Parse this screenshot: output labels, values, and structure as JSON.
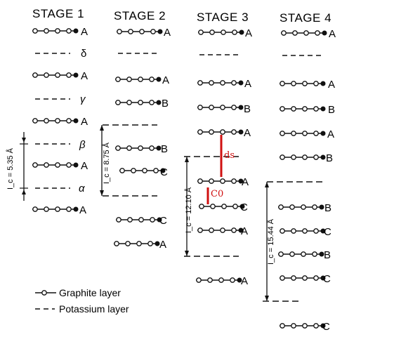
{
  "stages": [
    {
      "title": "STAGE 1",
      "layers": [
        {
          "kind": "graphite",
          "label": "A"
        },
        {
          "kind": "potassium",
          "label": "δ"
        },
        {
          "kind": "graphite",
          "label": "A"
        },
        {
          "kind": "potassium",
          "label": "γ"
        },
        {
          "kind": "graphite",
          "label": "A"
        },
        {
          "kind": "potassium",
          "label": "β"
        },
        {
          "kind": "graphite",
          "label": "A"
        },
        {
          "kind": "potassium",
          "label": "α"
        },
        {
          "kind": "graphite",
          "label": "A"
        }
      ],
      "ic_label": "I_c = 5.35 Å"
    },
    {
      "title": "STAGE 2",
      "layers": [
        {
          "kind": "graphite",
          "label": "A"
        },
        {
          "kind": "potassium",
          "label": ""
        },
        {
          "kind": "graphite",
          "label": "A"
        },
        {
          "kind": "graphite",
          "label": "B"
        },
        {
          "kind": "potassium",
          "label": ""
        },
        {
          "kind": "graphite",
          "label": "B"
        },
        {
          "kind": "graphite",
          "label": "C"
        },
        {
          "kind": "potassium",
          "label": ""
        },
        {
          "kind": "graphite",
          "label": "C"
        },
        {
          "kind": "graphite",
          "label": "A"
        }
      ],
      "ic_label": "I_c = 8.75 Å"
    },
    {
      "title": "STAGE 3",
      "layers": [
        {
          "kind": "graphite",
          "label": "A"
        },
        {
          "kind": "potassium",
          "label": ""
        },
        {
          "kind": "graphite",
          "label": "A"
        },
        {
          "kind": "graphite",
          "label": "B"
        },
        {
          "kind": "graphite",
          "label": "A"
        },
        {
          "kind": "potassium",
          "label": ""
        },
        {
          "kind": "graphite",
          "label": "A"
        },
        {
          "kind": "graphite",
          "label": "C"
        },
        {
          "kind": "graphite",
          "label": "A"
        },
        {
          "kind": "potassium",
          "label": ""
        },
        {
          "kind": "graphite",
          "label": "A"
        }
      ],
      "ic_label": "I_c = 12.10 Å"
    },
    {
      "title": "STAGE 4",
      "layers": [
        {
          "kind": "graphite",
          "label": "A"
        },
        {
          "kind": "potassium",
          "label": ""
        },
        {
          "kind": "graphite",
          "label": "A"
        },
        {
          "kind": "graphite",
          "label": "B"
        },
        {
          "kind": "graphite",
          "label": "A"
        },
        {
          "kind": "graphite",
          "label": "B"
        },
        {
          "kind": "potassium",
          "label": ""
        },
        {
          "kind": "graphite",
          "label": "B"
        },
        {
          "kind": "graphite",
          "label": "C"
        },
        {
          "kind": "graphite",
          "label": "B"
        },
        {
          "kind": "graphite",
          "label": "C"
        },
        {
          "kind": "potassium",
          "label": ""
        },
        {
          "kind": "graphite",
          "label": "C"
        }
      ],
      "ic_label": "I_c = 15.44 Å"
    }
  ],
  "annotations": {
    "ds_label": "ds",
    "c0_label": "C0",
    "color": "#d01010"
  },
  "legend": {
    "graphite": "Graphite layer",
    "potassium": "Potassium layer"
  }
}
